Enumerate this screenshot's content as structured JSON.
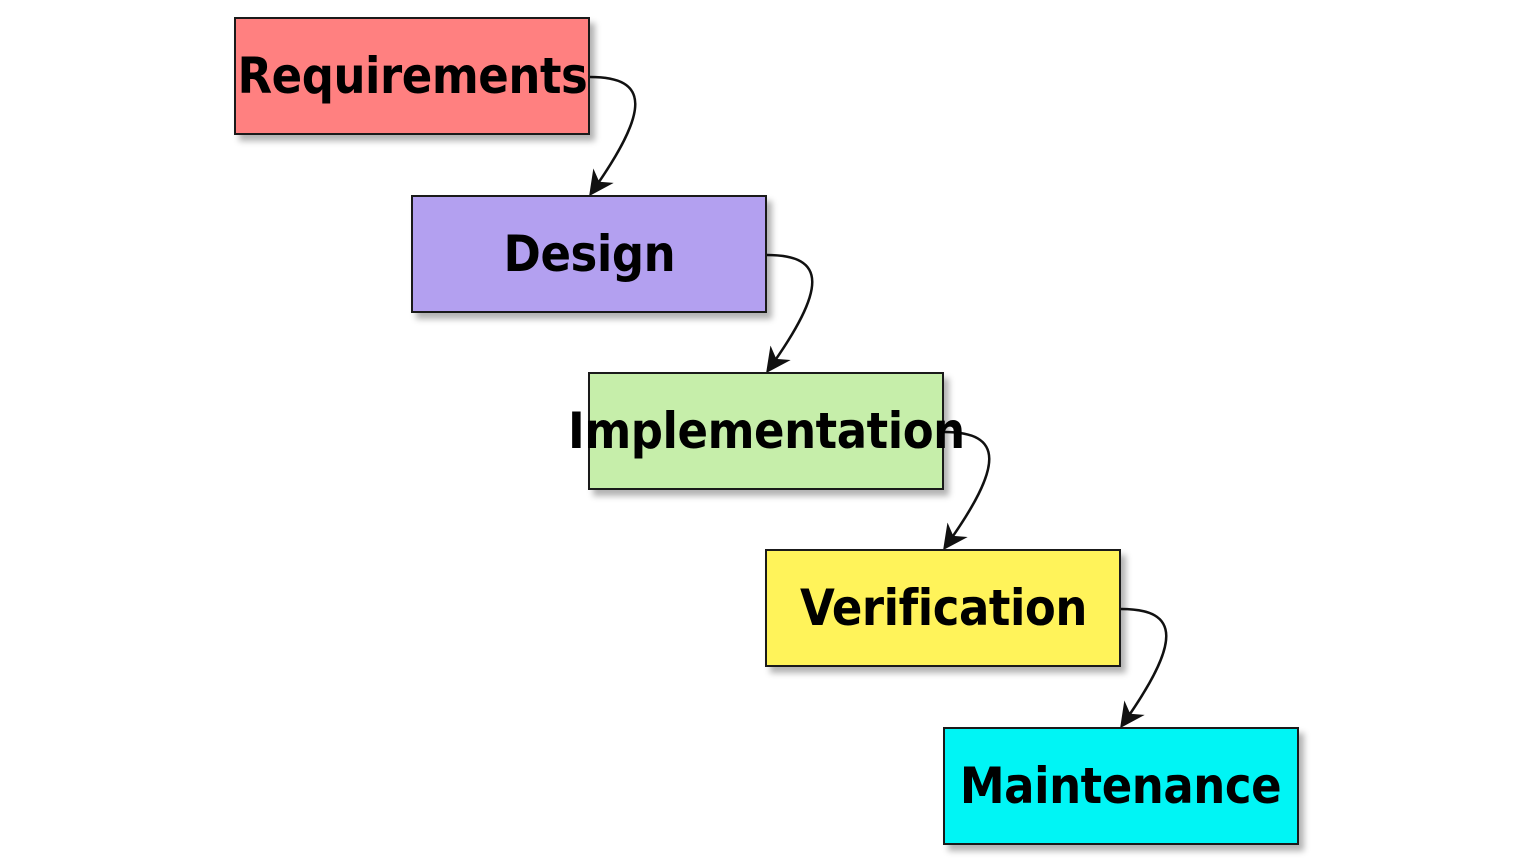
{
  "diagram": {
    "stages": [
      {
        "label": "Requirements",
        "color": "#ff8080"
      },
      {
        "label": "Design",
        "color": "#b3a0f0"
      },
      {
        "label": "Implementation",
        "color": "#c6eeaa"
      },
      {
        "label": "Verification",
        "color": "#fff35a"
      },
      {
        "label": "Maintenance",
        "color": "#00f5f5"
      }
    ],
    "connectors": [
      {
        "from": "Requirements",
        "to": "Design"
      },
      {
        "from": "Design",
        "to": "Implementation"
      },
      {
        "from": "Implementation",
        "to": "Verification"
      },
      {
        "from": "Verification",
        "to": "Maintenance"
      }
    ],
    "arrow_color": "#111111"
  }
}
